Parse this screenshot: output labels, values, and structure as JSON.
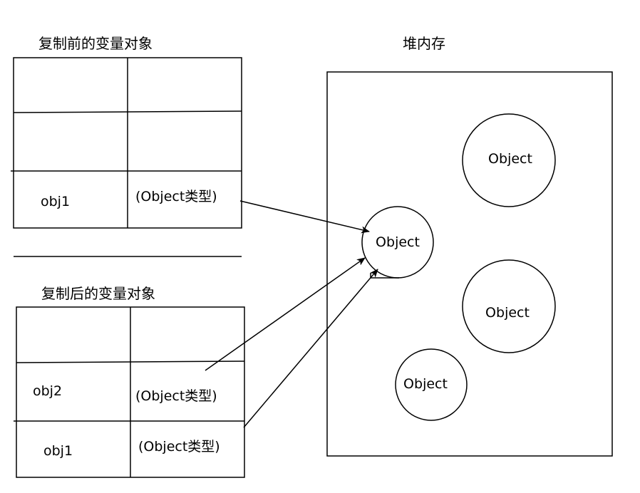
{
  "titles": {
    "before": "复制前的变量对象",
    "heap": "堆内存",
    "after": "复制后的变量对象"
  },
  "before_table": {
    "name": "obj1",
    "value": "(Object类型)"
  },
  "after_table": {
    "rows": [
      {
        "name": "obj2",
        "value": "(Object类型)"
      },
      {
        "name": "obj1",
        "value": "(Object类型)"
      }
    ]
  },
  "heap_objects": [
    {
      "label": "Object"
    },
    {
      "label": "Object"
    },
    {
      "label": "Object"
    },
    {
      "label": "Object"
    }
  ],
  "colors": {
    "stroke": "#000000",
    "background": "#ffffff"
  }
}
